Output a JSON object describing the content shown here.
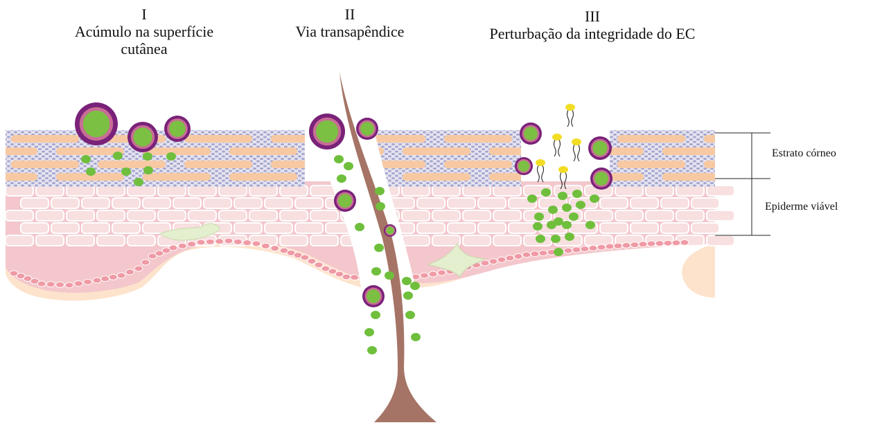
{
  "routes": [
    {
      "number": "I",
      "lines": [
        "Acúmulo na superfície",
        "cutânea"
      ]
    },
    {
      "number": "II",
      "lines": [
        "Via transapêndice"
      ]
    },
    {
      "number": "III",
      "lines": [
        "Perturbação da integridade do EC"
      ]
    }
  ],
  "layers": {
    "stratum_corneum": "Estrato córneo",
    "viable_epidermis": "Epiderme viável"
  },
  "colors": {
    "corneocyte": "#f7c9a3",
    "lipid_matrix": "#a6a8cf",
    "living_cell": "#f7dede",
    "basal_cell": "#ef9aa5",
    "dermis": "#fde3cc",
    "particle_shell": "#7a2279",
    "particle_core": "#7bc043",
    "free_drug": "#6fbf3c",
    "hair_shaft": "#a57466",
    "surfactant_head": "#f2dd25",
    "melanocyte": "#e4efcf"
  },
  "icons": [
    "nanoparticle-icon",
    "drug-molecule-icon",
    "surfactant-icon",
    "hair-follicle-icon",
    "melanocyte-icon"
  ]
}
